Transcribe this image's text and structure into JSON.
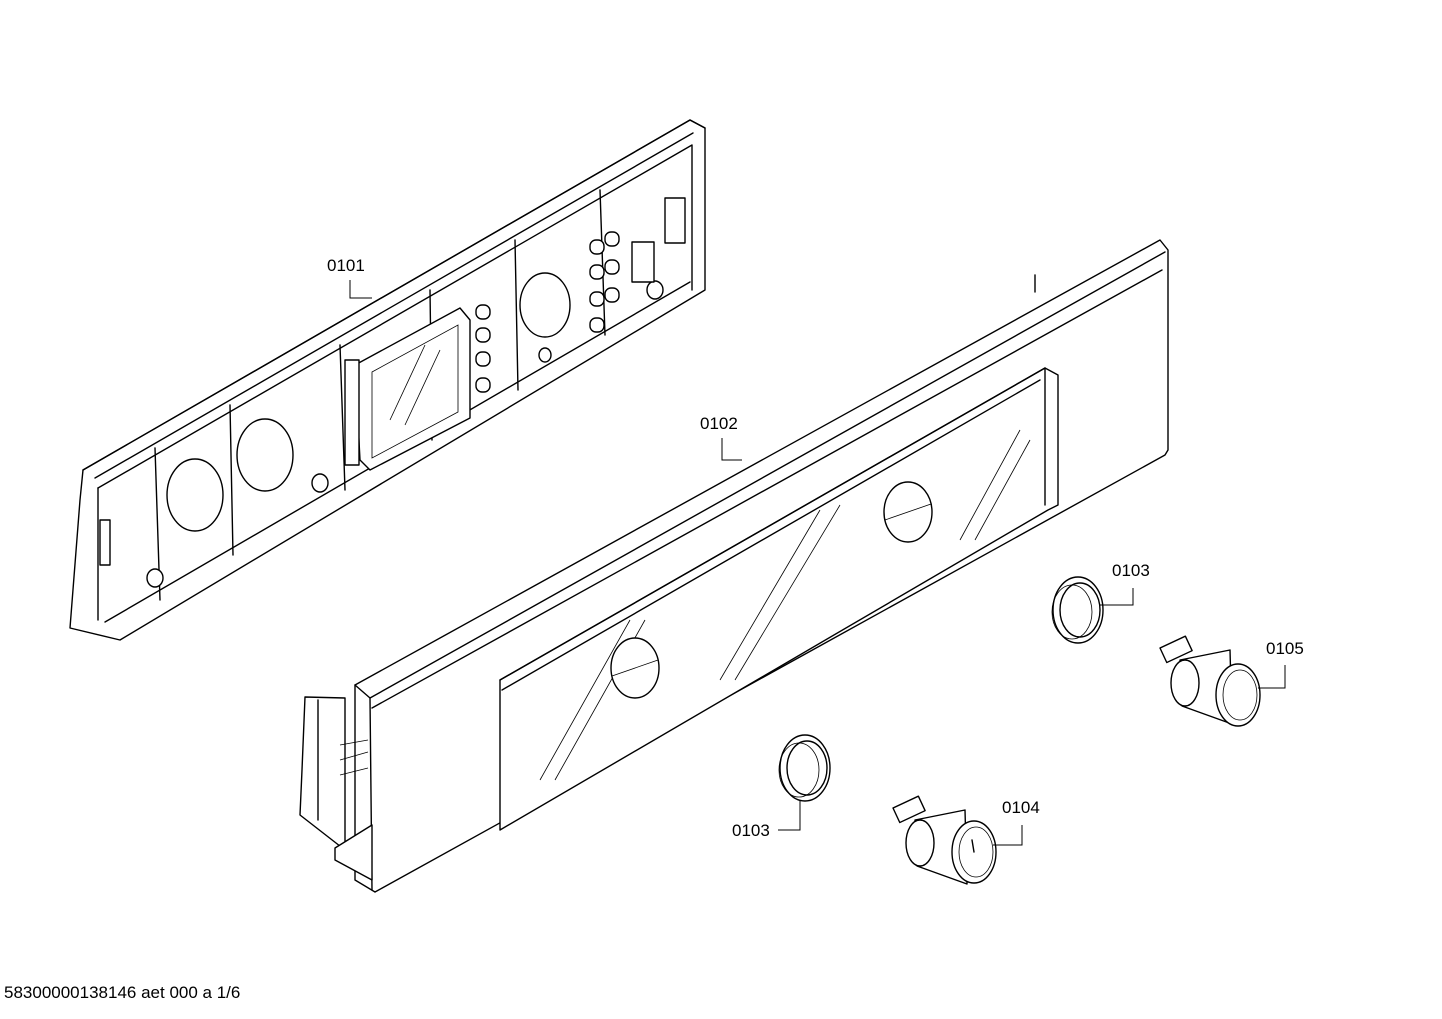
{
  "labels": {
    "part_0101": "0101",
    "part_0102": "0102",
    "part_0103_upper": "0103",
    "part_0103_lower": "0103",
    "part_0104": "0104",
    "part_0105": "0105"
  },
  "footer": {
    "document_code": "58300000138146 aet 000 a 1/6"
  }
}
